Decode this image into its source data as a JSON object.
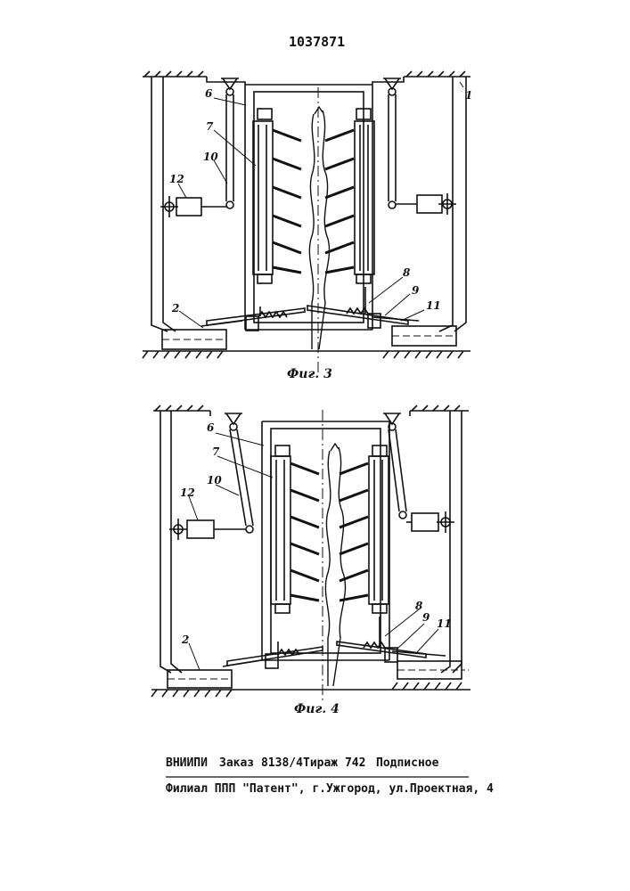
{
  "patent_number": "1037871",
  "figures": [
    {
      "caption": "Фиг. 3",
      "labels": {
        "l1": "1",
        "l2": "2",
        "l6": "6",
        "l7": "7",
        "l8": "8",
        "l9": "9",
        "l10": "10",
        "l11": "11",
        "l12": "12"
      }
    },
    {
      "caption": "Фиг. 4",
      "labels": {
        "l2": "2",
        "l6": "6",
        "l7": "7",
        "l8": "8",
        "l9": "9",
        "l10": "10",
        "l11": "11",
        "l12": "12"
      }
    }
  ],
  "footer": {
    "line1": {
      "org": "ВНИИПИ",
      "order": "Заказ 8138/4",
      "print_run": "Тираж 742",
      "signed": "Подписное"
    },
    "line2": "Филиал ППП \"Патент\", г.Ужгород, ул.Проектная, 4"
  }
}
